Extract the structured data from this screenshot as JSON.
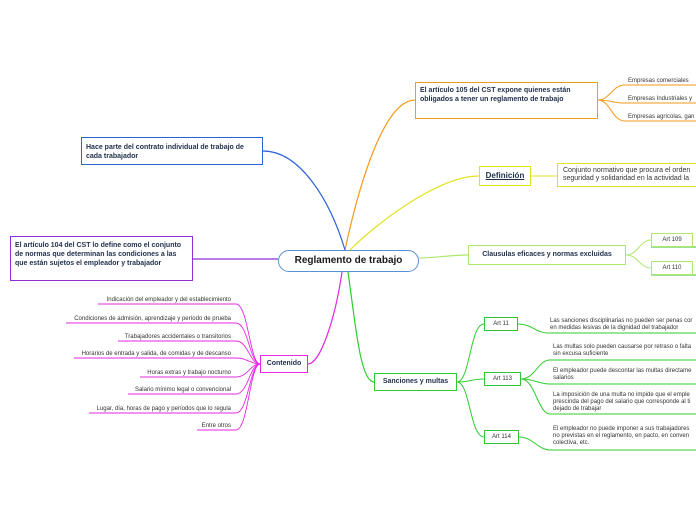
{
  "center": {
    "label": "Reglamento de trabajo"
  },
  "obligados": {
    "title": "El artículo 105 del CST expone quienes están obligados a tener un reglamento de trabajo",
    "items": [
      "Empresas comerciales",
      "Empresas Industriales  y",
      "Empresas agrícolas, gan"
    ]
  },
  "contrato": {
    "title": "Hace parte del contrato individual de trabajo de cada trabajador"
  },
  "articulo104": {
    "title": "El artículo 104 del CST lo define como el conjunto de normas que determinan las condiciones a las que están sujetos el empleador y trabajador"
  },
  "definicion": {
    "title": "Definición",
    "text_line1": "Conjunto normativo que procura el orden",
    "text_line2": "seguridad y solidaridad en la actividad la"
  },
  "clausulas": {
    "title": "Clausulas eficaces y normas excluidas",
    "items": [
      "Art 109",
      "Art 110"
    ]
  },
  "sanciones": {
    "title": "Sanciones y multas",
    "art11": {
      "label": "Art 11",
      "desc_line1": "Las sanciones disciplinarias no pueden ser penas cor",
      "desc_line2": "en medidas lesivas de la dignidad del trabajador"
    },
    "art113": {
      "label": "Art 113",
      "d1_line1": "Las multas solo pueden causarse por retraso o falta",
      "d1_line2": "sin excusa suficiente",
      "d2_line1": "El empleador puede descontar las multas directame",
      "d2_line2": "salarios",
      "d3_line1": "La imposición de una multa no impide que el emple",
      "d3_line2": "prescinda del pago del salario que corresponde al ti",
      "d3_line3": "dejado de trabajar"
    },
    "art114": {
      "label": "Art 114",
      "desc_line1": "El empleador no puede imponer a sus trabajadores",
      "desc_line2": "no previstas en el reglamento, en pacto, en conven",
      "desc_line3": "colectiva, etc."
    }
  },
  "contenido": {
    "title": "Contenido",
    "items": [
      "Indicación del empleador y del establecimiento",
      "Condiciones de admisión, aprendizaje y período de prueba",
      "Trabajadores accidentales o transitorios",
      "Horarios de entrada y salida, de comidas y de descanso",
      "Horas extras y trabajo nocturno",
      "Salario mínimo legal o convencional",
      "Lugar, día, horas de pago y períodos que lo regula",
      "Entre otros"
    ]
  },
  "colors": {
    "orange": "#f39a1e",
    "blue": "#2d62d6",
    "purple": "#8d2fd6",
    "yellow": "#e2e222",
    "lightgreen": "#aee86b",
    "green": "#2ecc2e",
    "magenta": "#e22ae2"
  }
}
